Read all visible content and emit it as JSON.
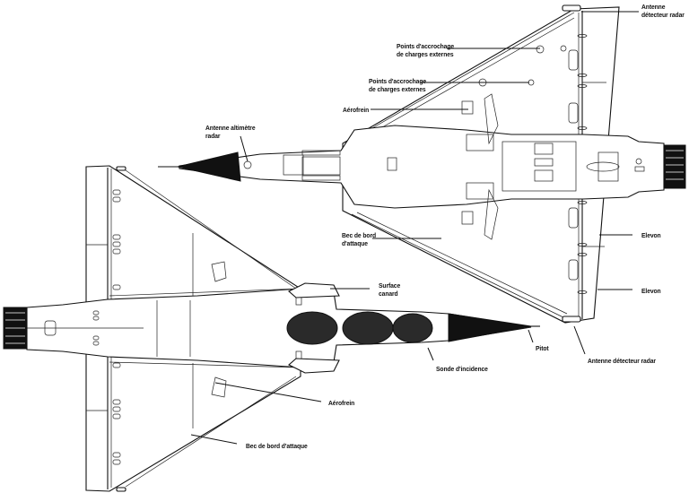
{
  "diagram": {
    "subject": "Delta-wing fighter aircraft, upper and lower planform views",
    "labels": {
      "antenne_detecteur_radar_top": "Antenne\ndétecteur radar",
      "points_accrochage_1": "Points d'accrochage\nde charges externes",
      "points_accrochage_2": "Points d'accrochage\nde charges externes",
      "aerofrein_top": "Aérofrein",
      "antenne_altimetre_radar": "Antenne altimètre\nradar",
      "bec_bord_attaque_top": "Bec de bord\nd'attaque",
      "elevon_1": "Elevon",
      "elevon_2": "Elevon",
      "surface_canard": "Surface\ncanard",
      "pitot": "Pitot",
      "antenne_detecteur_radar_bottom": "Antenne détecteur radar",
      "sonde_incidence": "Sonde d'incidence",
      "aerofrein_bottom": "Aérofrein",
      "bec_bord_attaque_bottom": "Bec de bord d'attaque"
    }
  }
}
